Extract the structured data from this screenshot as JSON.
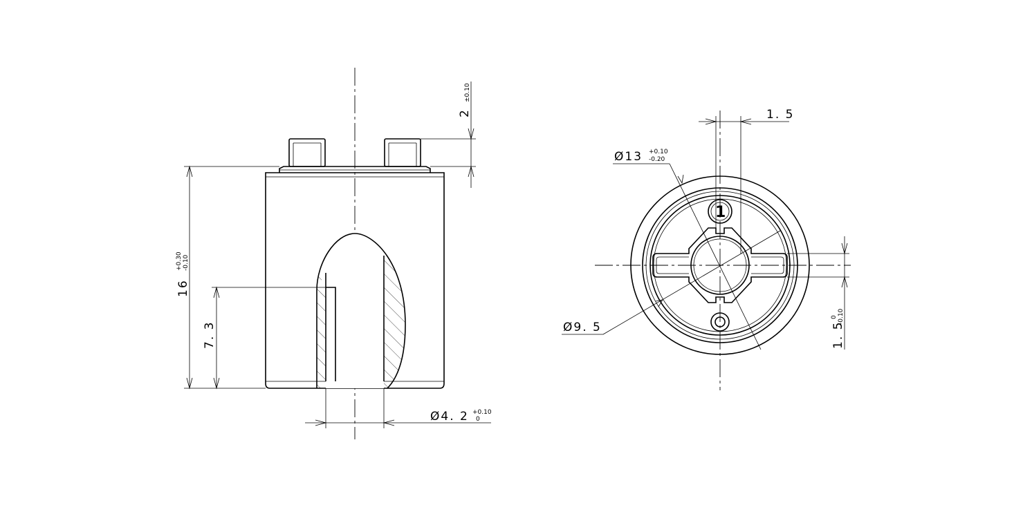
{
  "side_view": {
    "height_dim": {
      "value": "16",
      "tol_upper": "+0.30",
      "tol_lower": "-0.10"
    },
    "slot_dim": {
      "value": "7. 3"
    },
    "top_tab_dim": {
      "value": "2",
      "tol": "±0.10"
    },
    "bore_dim": {
      "value": "Ø4. 2",
      "tol_upper": "+0.10",
      "tol_lower": "0"
    }
  },
  "end_view": {
    "outer_dia": {
      "value": "Ø13",
      "tol_upper": "+0.10",
      "tol_lower": "-0.20"
    },
    "inner_dia": {
      "value": "Ø9. 5"
    },
    "slot_width_top": {
      "value": "1. 5"
    },
    "slot_width_right": {
      "value": "1. 5",
      "tol_upper": "0",
      "tol_lower": "-0.10"
    },
    "marker_label": "1"
  }
}
